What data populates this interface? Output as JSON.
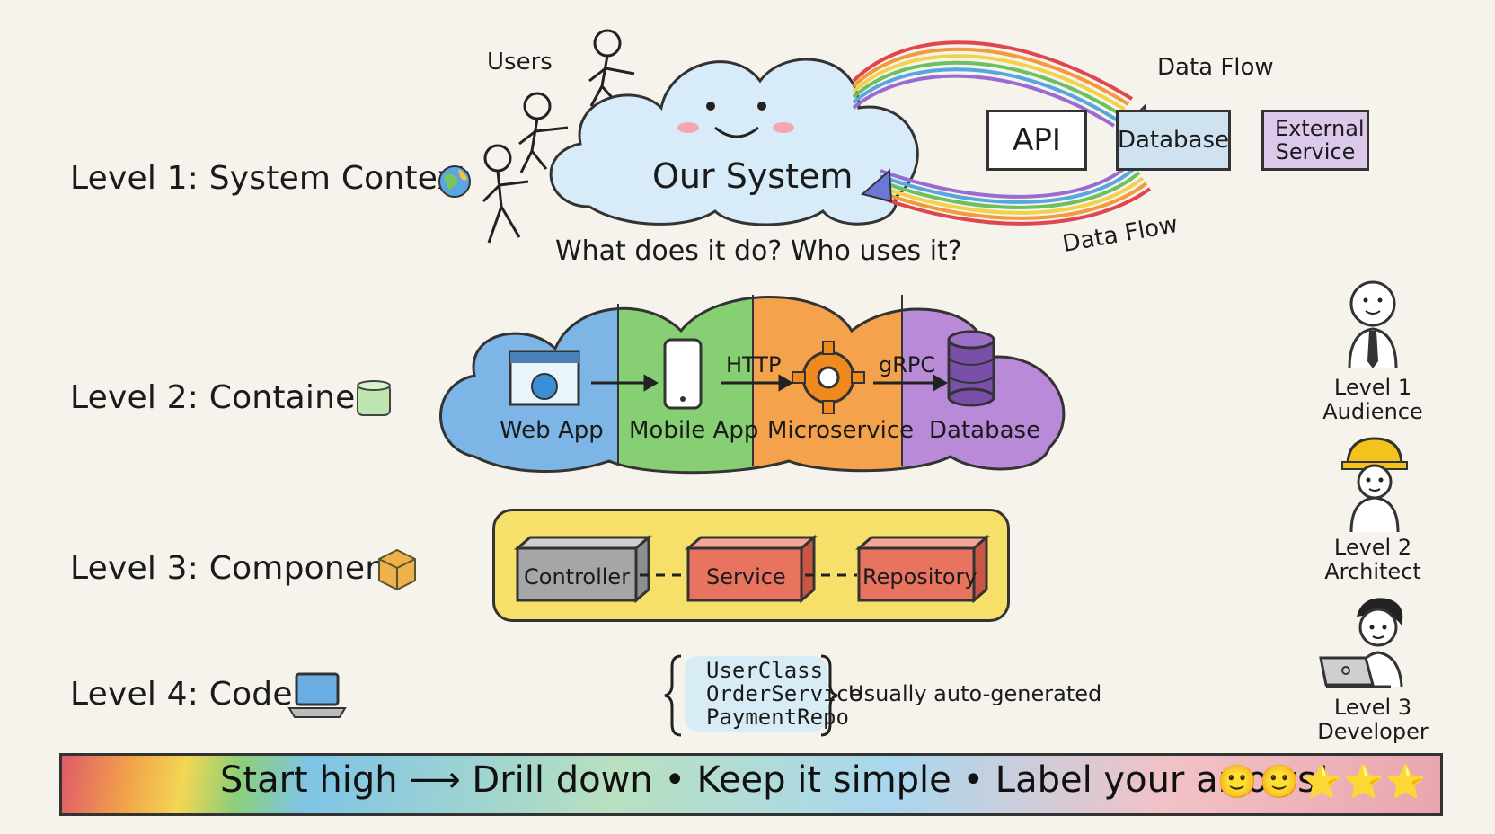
{
  "levels": {
    "l1": "Level 1: System Context",
    "l2": "Level 2: Container",
    "l3": "Level 3: Component",
    "l4": "Level 4: Code"
  },
  "context": {
    "users_label": "Users",
    "system_label": "Our System",
    "question": "What does it do? Who uses it?",
    "flow_top": "Data Flow",
    "flow_bottom": "Data Flow",
    "boxes": [
      "API",
      "Database",
      "External Service"
    ]
  },
  "container": {
    "items": [
      "Web App",
      "Mobile App",
      "Microservice",
      "Database"
    ],
    "protocols": [
      "HTTP",
      "gRPC"
    ]
  },
  "component": {
    "items": [
      "Controller",
      "Service",
      "Repository"
    ]
  },
  "code": {
    "classes": [
      "UserClass",
      "OrderService",
      "PaymentRepo"
    ],
    "note": "Usually auto-generated"
  },
  "audience": [
    {
      "line1": "Level 1",
      "line2": "Audience"
    },
    {
      "line1": "Level 2",
      "line2": "Architect"
    },
    {
      "line1": "Level 3",
      "line2": "Developer"
    }
  ],
  "banner": {
    "text": "Start high ⟶ Drill down • Keep it simple • Label your arrows!",
    "emoji": "🙂🙂⭐⭐⭐"
  },
  "colors": {
    "cloud_blue": "#cfe6f7",
    "web_blue": "#7db6e6",
    "mobile_green": "#86cf73",
    "micro_orange": "#f4a24b",
    "db_purple": "#b98ad8",
    "component_yellow": "#f6e06a",
    "controller_grey": "#a6a6a6",
    "service_red": "#e8735f",
    "db_box_blue": "#cfe2f0",
    "external_purple": "#dcc8ea"
  }
}
